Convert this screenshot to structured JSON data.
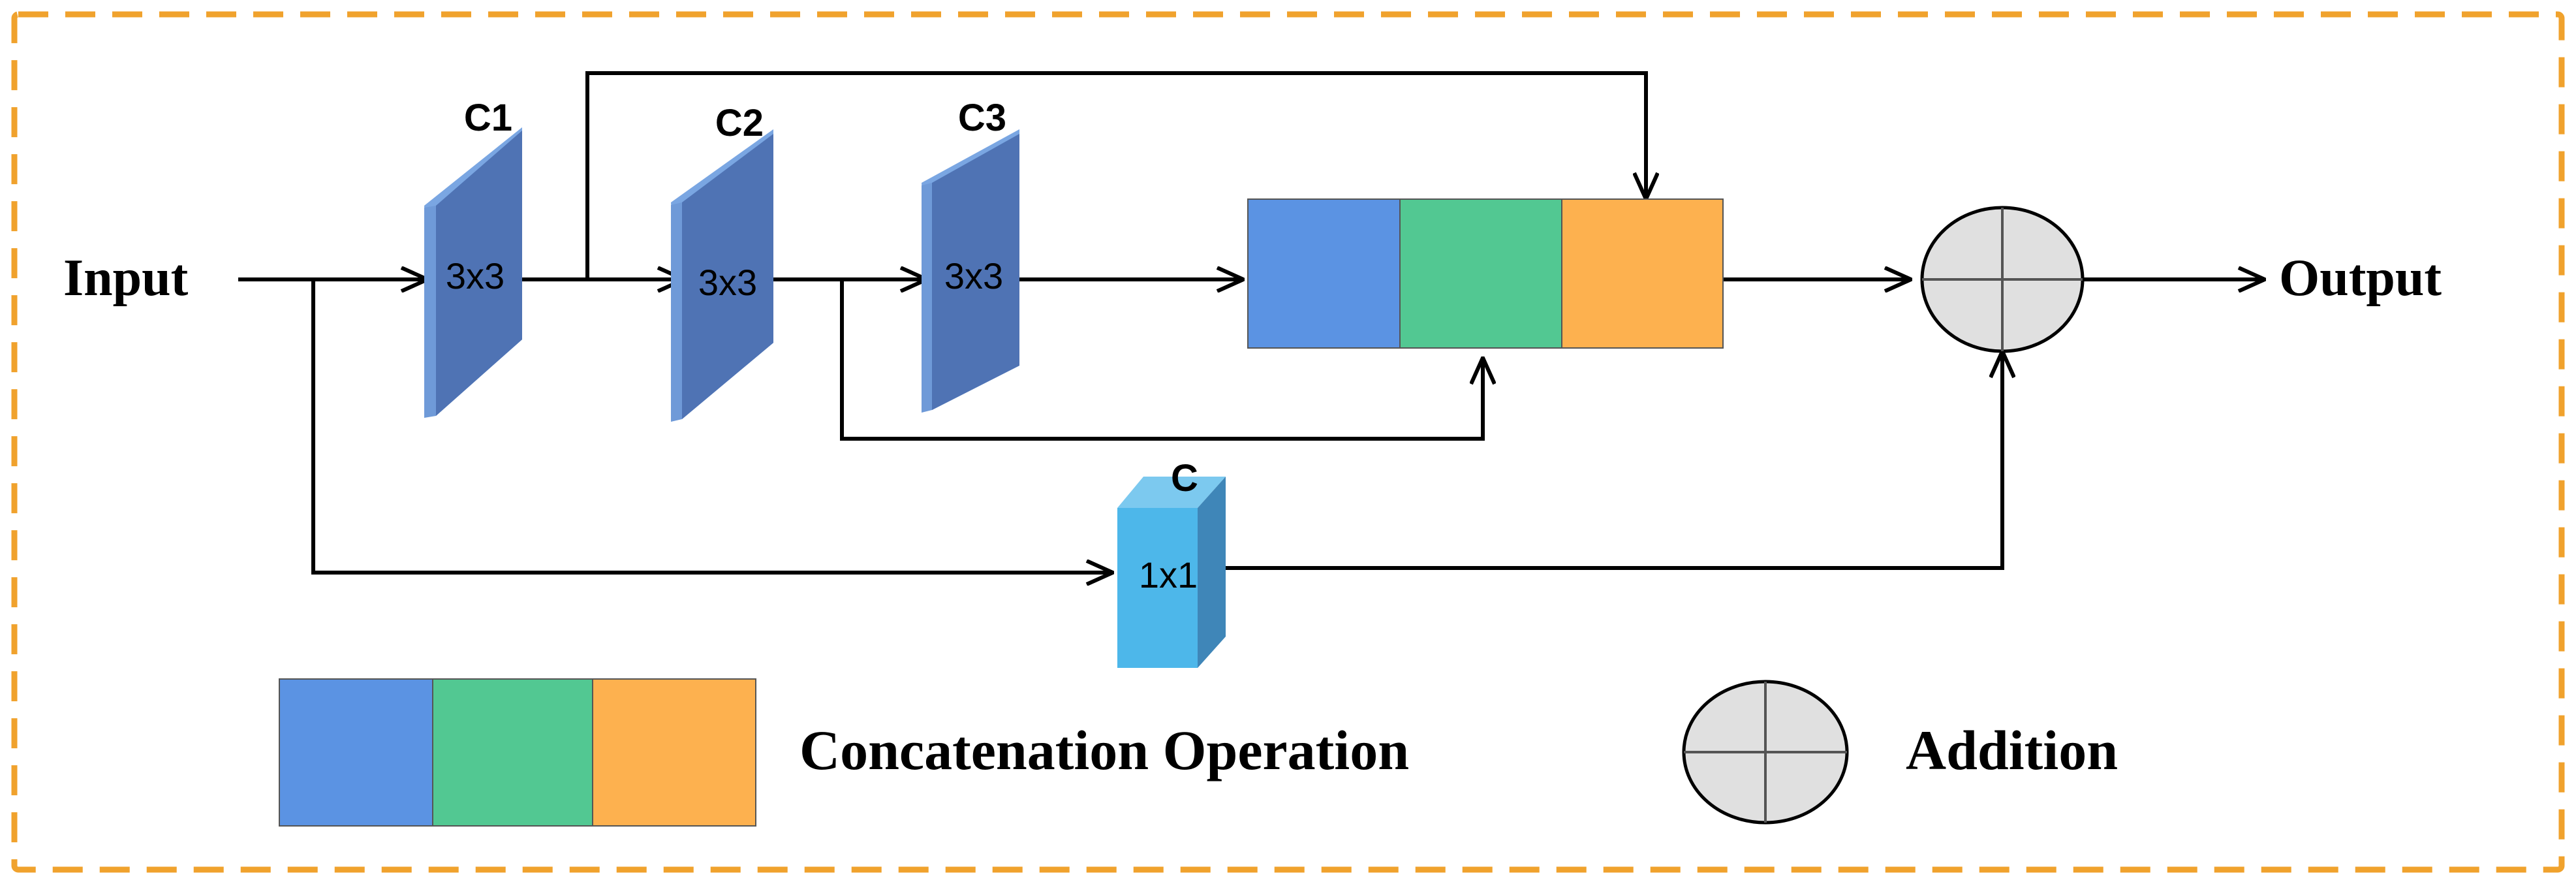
{
  "labels": {
    "input": "Input",
    "output": "Output"
  },
  "conv_blocks": [
    {
      "name": "C1",
      "kernel": "3x3"
    },
    {
      "name": "C2",
      "kernel": "3x3"
    },
    {
      "name": "C3",
      "kernel": "3x3"
    },
    {
      "name": "C",
      "kernel": "1x1"
    }
  ],
  "legend": {
    "concat_label": "Concatenation Operation",
    "addition_label": "Addition"
  },
  "colors": {
    "frame": "#f0a22d",
    "conv_front": "#4f73b4",
    "conv_side": "#7aa6e2",
    "conv1x1_front": "#4db7ea",
    "conv1x1_side": "#3f86b8",
    "concat_blue": "#5b93e3",
    "concat_green": "#52c892",
    "concat_orange": "#fdb14f",
    "addition_fill": "#e0e0e0"
  }
}
